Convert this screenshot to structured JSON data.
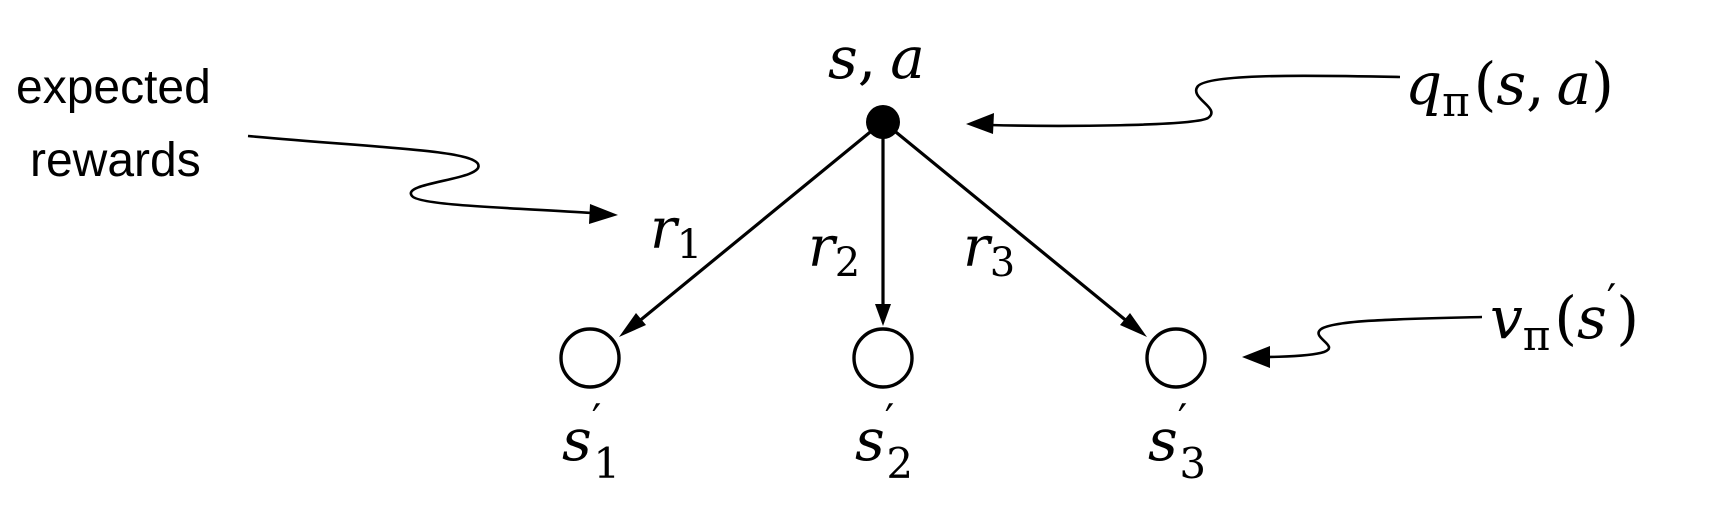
{
  "diagram": {
    "root": {
      "id": "s,a",
      "label_main": "s",
      "label_sep": ",",
      "label_sub_var": "a",
      "kind": "state-action node"
    },
    "edges": [
      {
        "label_main": "r",
        "label_sub": "1",
        "to": "s'1"
      },
      {
        "label_main": "r",
        "label_sub": "2",
        "to": "s'2"
      },
      {
        "label_main": "r",
        "label_sub": "3",
        "to": "s'3"
      }
    ],
    "children": [
      {
        "label_main": "s",
        "label_prime": "′",
        "label_sub": "1"
      },
      {
        "label_main": "s",
        "label_prime": "′",
        "label_sub": "2"
      },
      {
        "label_main": "s",
        "label_prime": "′",
        "label_sub": "3"
      }
    ],
    "annotations": {
      "expected_rewards": {
        "line1": "expected",
        "line2": "rewards"
      },
      "q_value": {
        "fn": "q",
        "sub": "π",
        "open": "(",
        "arg1": "s",
        "comma": ",",
        "arg2": "a",
        "close": ")"
      },
      "v_value": {
        "fn": "v",
        "sub": "π",
        "open": "(",
        "arg1": "s",
        "prime": "′",
        "close": ")"
      }
    },
    "colors": {
      "ink": "#000000",
      "background": "#ffffff"
    }
  }
}
